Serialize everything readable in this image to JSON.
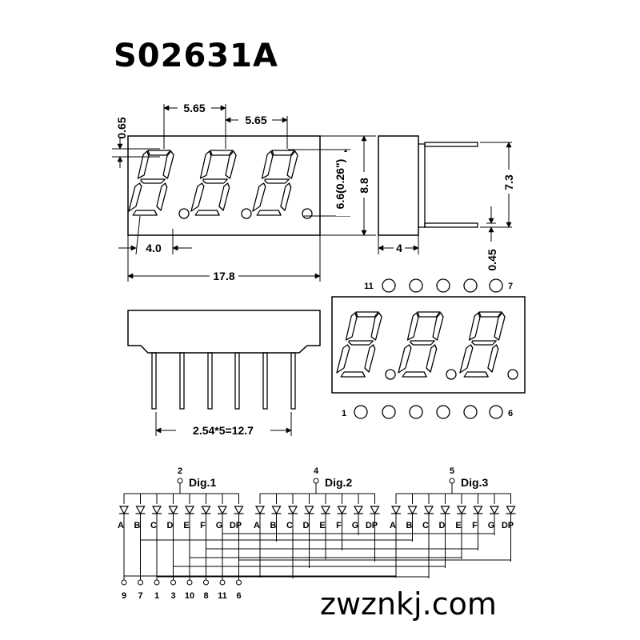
{
  "title": "S02631A",
  "watermark": "zwznkj.com",
  "dims": {
    "pitch1": "5.65",
    "pitch2": "5.65",
    "seg_offset": "0.65",
    "char_height": "6.6(0.26\")",
    "body_height": "8.8",
    "digit_width": "4.0",
    "body_width": "17.8",
    "pin_span": "7.3",
    "side_depth": "4",
    "pin_dia": "0.45",
    "pin_row": "2.54*5=12.7"
  },
  "pin_labels": {
    "top_left": "11",
    "top_right": "7",
    "bottom_left": "1",
    "bottom_right": "6"
  },
  "digits": [
    {
      "label": "Dig.1",
      "pin": "2"
    },
    {
      "label": "Dig.2",
      "pin": "4"
    },
    {
      "label": "Dig.3",
      "pin": "5"
    }
  ],
  "segments": [
    "A",
    "B",
    "C",
    "D",
    "E",
    "F",
    "G",
    "DP"
  ],
  "segment_pins": [
    "9",
    "7",
    "1",
    "3",
    "10",
    "8",
    "11",
    "6"
  ]
}
